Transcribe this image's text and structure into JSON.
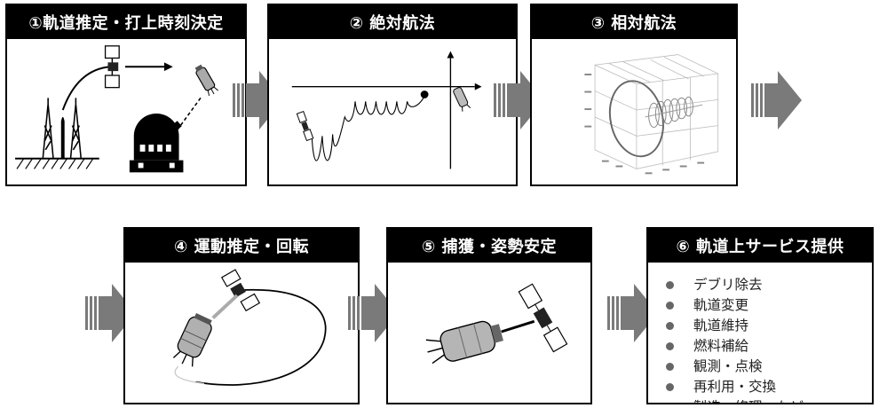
{
  "panels": [
    {
      "title": "①軌道推定・打上時刻決定",
      "icon": "launch-pad-observatory-icon"
    },
    {
      "title": "② 絶対航法",
      "icon": "spiral-trajectory-icon"
    },
    {
      "title": "③ 相対航法",
      "icon": "3d-orbit-plot-icon"
    },
    {
      "title": "④ 運動推定・回転",
      "icon": "approach-orbit-icon"
    },
    {
      "title": "⑤ 捕獲・姿勢安定",
      "icon": "capture-docking-icon"
    },
    {
      "title": "⑥ 軌道上サービス提供",
      "icon": "service-list-icon"
    }
  ],
  "services": [
    "デブリ除去",
    "軌道変更",
    "軌道維持",
    "燃料補給",
    "観測・点検",
    "再利用・交換",
    "製造・修理　など"
  ],
  "colors": {
    "header": "#000000",
    "arrow": "#7a7a7a",
    "bullet": "#666666"
  }
}
